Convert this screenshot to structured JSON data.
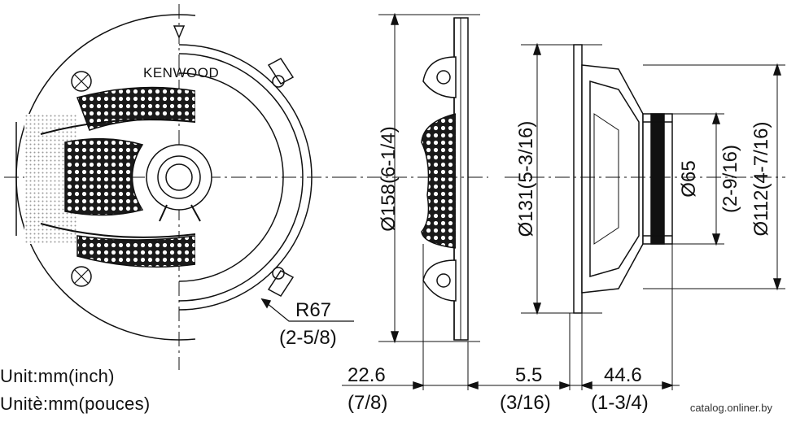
{
  "brand": "KENWOOD",
  "front_view": {
    "radius_label": "R67",
    "radius_label_inch": "(2-5/8)"
  },
  "profile_view": {
    "diameter_label": "Ø158(6-1/4)",
    "depth_label": "22.6",
    "depth_label_inch": "(7/8)"
  },
  "side_view": {
    "outer_diameter_label": "Ø131(5-3/16)",
    "magnet_diameter_label": "Ø65",
    "magnet_diameter_inch": "(2-9/16)",
    "basket_diameter_label": "Ø112(4-7/16)",
    "flange_depth_label": "5.5",
    "flange_depth_inch": "(3/16)",
    "mount_depth_label": "44.6",
    "mount_depth_inch": "(1-3/4)"
  },
  "units": {
    "line1": "Unit:mm(inch)",
    "line2": "Unitè:mm(pouces)"
  },
  "watermark": "catalog.onliner.by"
}
